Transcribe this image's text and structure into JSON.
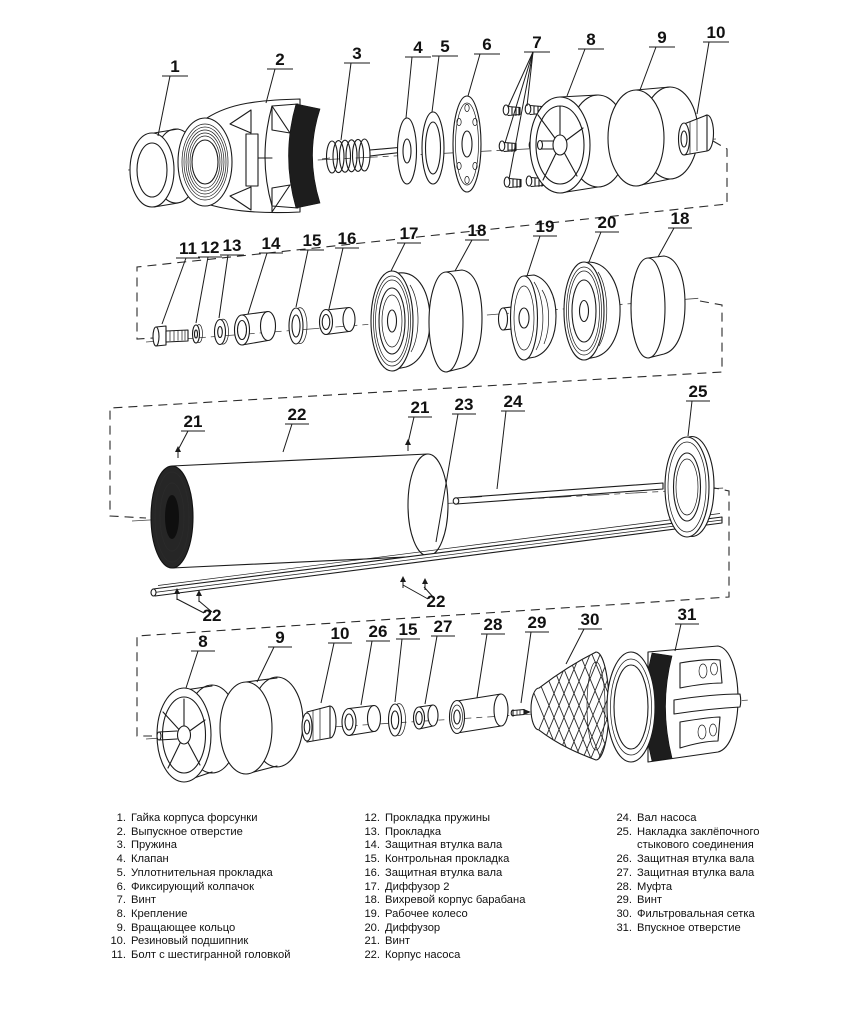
{
  "diagram_title": "Exploded view of submersible pump",
  "callouts": [
    "1",
    "2",
    "3",
    "4",
    "5",
    "6",
    "7",
    "8",
    "9",
    "10",
    "11",
    "12",
    "13",
    "14",
    "15",
    "16",
    "17",
    "18",
    "19",
    "20",
    "18",
    "21",
    "22",
    "21",
    "23",
    "24",
    "25",
    "22",
    "22",
    "8",
    "9",
    "10",
    "26",
    "15",
    "27",
    "28",
    "29",
    "30",
    "31"
  ],
  "legend": {
    "columns": [
      {
        "items": [
          {
            "n": "1.",
            "t": "Гайка корпуса форсунки"
          },
          {
            "n": "2.",
            "t": "Выпускное отверстие"
          },
          {
            "n": "3.",
            "t": "Пружина"
          },
          {
            "n": "4.",
            "t": "Клапан"
          },
          {
            "n": "5.",
            "t": "Уплотнительная прокладка"
          },
          {
            "n": "6.",
            "t": "Фиксирующий колпачок"
          },
          {
            "n": "7.",
            "t": "Винт"
          },
          {
            "n": "8.",
            "t": "Крепление"
          },
          {
            "n": "9.",
            "t": "Вращающее кольцо"
          },
          {
            "n": "10.",
            "t": "Резиновый подшипник"
          },
          {
            "n": "11.",
            "t": "Болт с шестигранной головкой"
          }
        ]
      },
      {
        "items": [
          {
            "n": "12.",
            "t": "Прокладка пружины"
          },
          {
            "n": "13.",
            "t": "Прокладка"
          },
          {
            "n": "14.",
            "t": "Защитная втулка вала"
          },
          {
            "n": "15.",
            "t": "Контрольная прокладка"
          },
          {
            "n": "16.",
            "t": "Защитная втулка вала"
          },
          {
            "n": "17.",
            "t": "Диффузор 2"
          },
          {
            "n": "18.",
            "t": "Вихревой корпус барабана"
          },
          {
            "n": "19.",
            "t": "Рабочее колесо"
          },
          {
            "n": "20.",
            "t": "Диффузор"
          },
          {
            "n": "21.",
            "t": "Винт"
          },
          {
            "n": "22.",
            "t": "Корпус насоса"
          }
        ]
      },
      {
        "items": [
          {
            "n": "24.",
            "t": "Вал насоса"
          },
          {
            "n": "25.",
            "t": "Накладка заклёпочного\nстыкового соединения"
          },
          {
            "n": "26.",
            "t": "Защитная втулка вала"
          },
          {
            "n": "27.",
            "t": "Защитная втулка вала"
          },
          {
            "n": "28.",
            "t": "Муфта"
          },
          {
            "n": "29.",
            "t": "Винт"
          },
          {
            "n": "30.",
            "t": "Фильтровальная сетка"
          },
          {
            "n": "31.",
            "t": "Впускное отверстие"
          }
        ]
      }
    ]
  }
}
